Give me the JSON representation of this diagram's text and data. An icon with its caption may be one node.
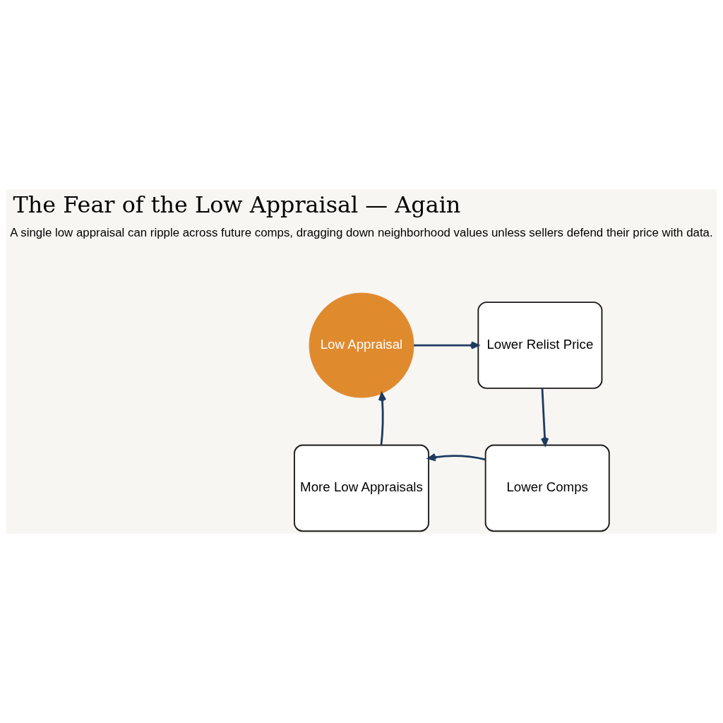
{
  "diagram": {
    "title": "The Fear of the Low Appraisal — Again",
    "nodes": [
      {
        "text": [
          "Low Appraisal"
        ]
      },
      {
        "text": [
          "Lower Relist Price"
        ]
      },
      {
        "text": [
          "Lower Comps"
        ]
      },
      {
        "text": [
          "More Low Appraisals"
        ]
      }
    ],
    "edges": [
      {
        "from": 0,
        "to": 1,
        "arrow": "to"
      },
      {
        "from": 1,
        "to": 2,
        "arrow": "to"
      },
      {
        "from": 2,
        "to": 3,
        "arrow": "to"
      },
      {
        "from": 3,
        "to": 0,
        "arrow": "to"
      }
    ],
    "labels": [
      "A single low appraisal can ripple across future comps, dragging down neighborhood values unless sellers defend their price with data."
    ]
  }
}
